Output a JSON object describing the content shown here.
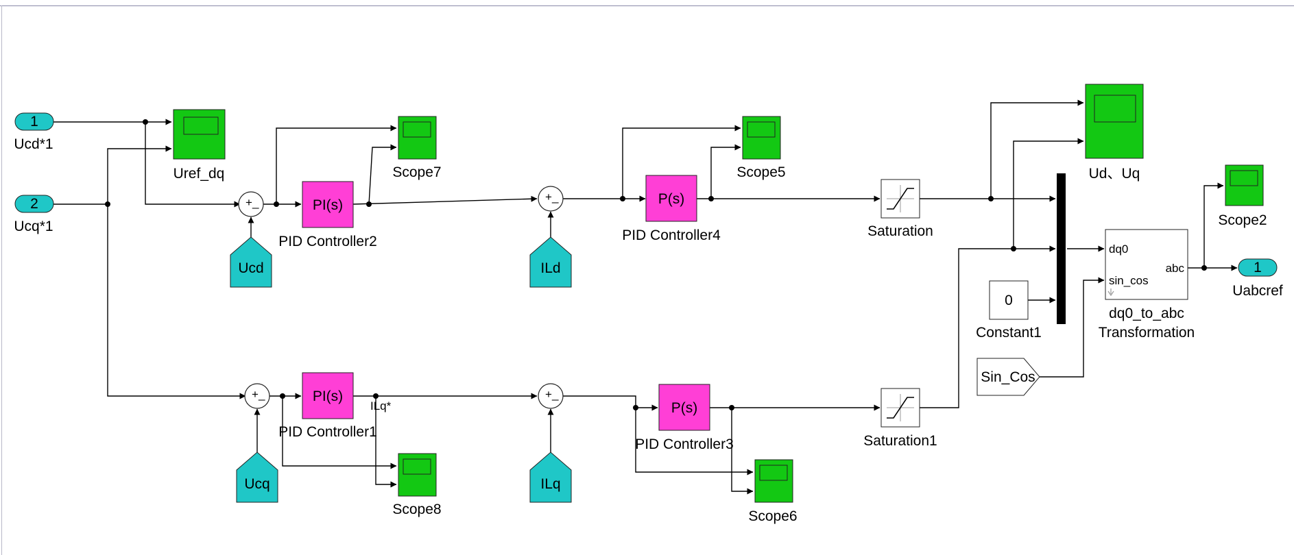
{
  "colors": {
    "inport": "#1fc7c7",
    "scope": "#13c813",
    "pid": "#ff3fd6",
    "goto_from": "#1fc7c7",
    "line": "#000000",
    "sum": "#ffffff"
  },
  "inports": [
    {
      "num": "1",
      "label": "Ucd*1"
    },
    {
      "num": "2",
      "label": "Ucq*1"
    }
  ],
  "outport": {
    "num": "1",
    "label": "Uabcref"
  },
  "scopes": {
    "uref": "Uref_dq",
    "s7": "Scope7",
    "s5": "Scope5",
    "udq": "Ud、Uq",
    "s2": "Scope2",
    "s8": "Scope8",
    "s6": "Scope6"
  },
  "pid": {
    "c2_text": "PI(s)",
    "c2_label": "PID Controller2",
    "c4_text": "P(s)",
    "c4_label": "PID Controller4",
    "c1_text": "PI(s)",
    "c1_label": "PID Controller1",
    "c3_text": "P(s)",
    "c3_label": "PID Controller3"
  },
  "from_blocks": {
    "ucd": "Ucd",
    "ild": "ILd",
    "ucq": "Ucq",
    "ilq": "ILq",
    "sincos": "Sin_Cos"
  },
  "saturation": {
    "top": "Saturation",
    "bottom": "Saturation1"
  },
  "constant": {
    "value": "0",
    "label": "Constant1"
  },
  "transform": {
    "in1": "dq0",
    "in2": "sin_cos",
    "out": "abc",
    "label1": "dq0_to_abc",
    "label2": "Transformation"
  },
  "signal_label": "ILq*",
  "sum_signs": {
    "plus": "+",
    "minus": "_"
  }
}
